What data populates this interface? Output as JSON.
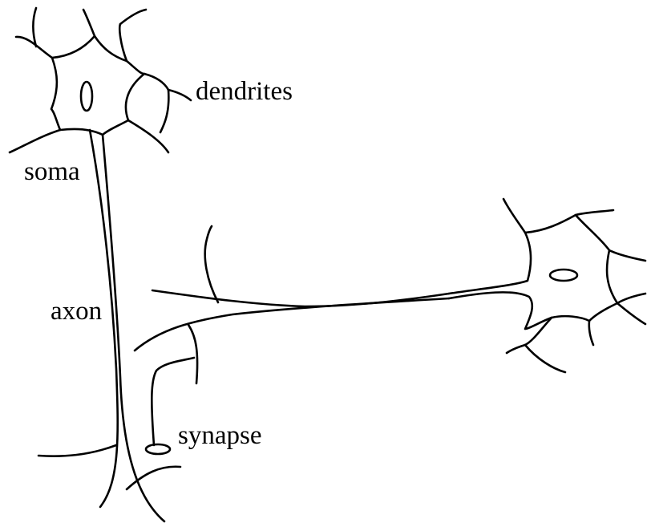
{
  "labels": {
    "dendrites": "dendrites",
    "soma": "soma",
    "axon": "axon",
    "synapse": "synapse"
  },
  "colors": {
    "line": "#000000",
    "background": "#ffffff"
  }
}
